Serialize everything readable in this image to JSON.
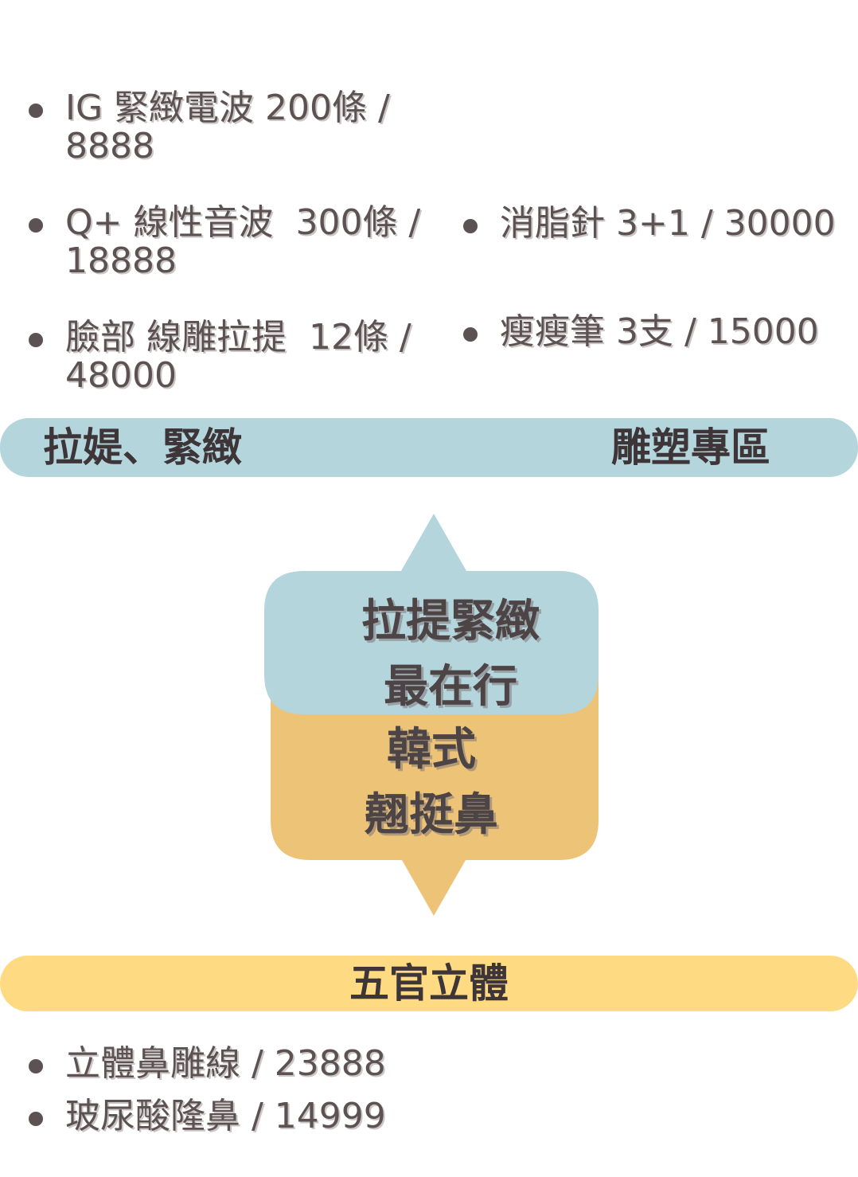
{
  "lifting_list": [
    "IG 緊緻電波 200條 /\n8888",
    "Q+ 線性音波  300條 /\n18888",
    "臉部 線雕拉提  12條 /\n48000"
  ],
  "sculpt_list": [
    "消脂針 3+1 / 30000",
    "瘦瘦筆 3支 / 15000"
  ],
  "banner_top": {
    "left_title": "拉媞、緊緻",
    "right_title": "雕塑專區"
  },
  "center_graphic": {
    "blue_lines": [
      "拉提緊緻",
      "最在行"
    ],
    "orange_lines": [
      "韓式",
      "翹挺鼻"
    ]
  },
  "banner_bottom": {
    "title": "五官立體"
  },
  "nose_list": [
    "立體鼻雕線 / 23888",
    "玻尿酸隆鼻 / 14999"
  ],
  "colors": {
    "blue_banner": "#b4d5dc",
    "yellow_banner": "#fedb83",
    "orange_card": "#edc378",
    "text": "#5c5254"
  }
}
